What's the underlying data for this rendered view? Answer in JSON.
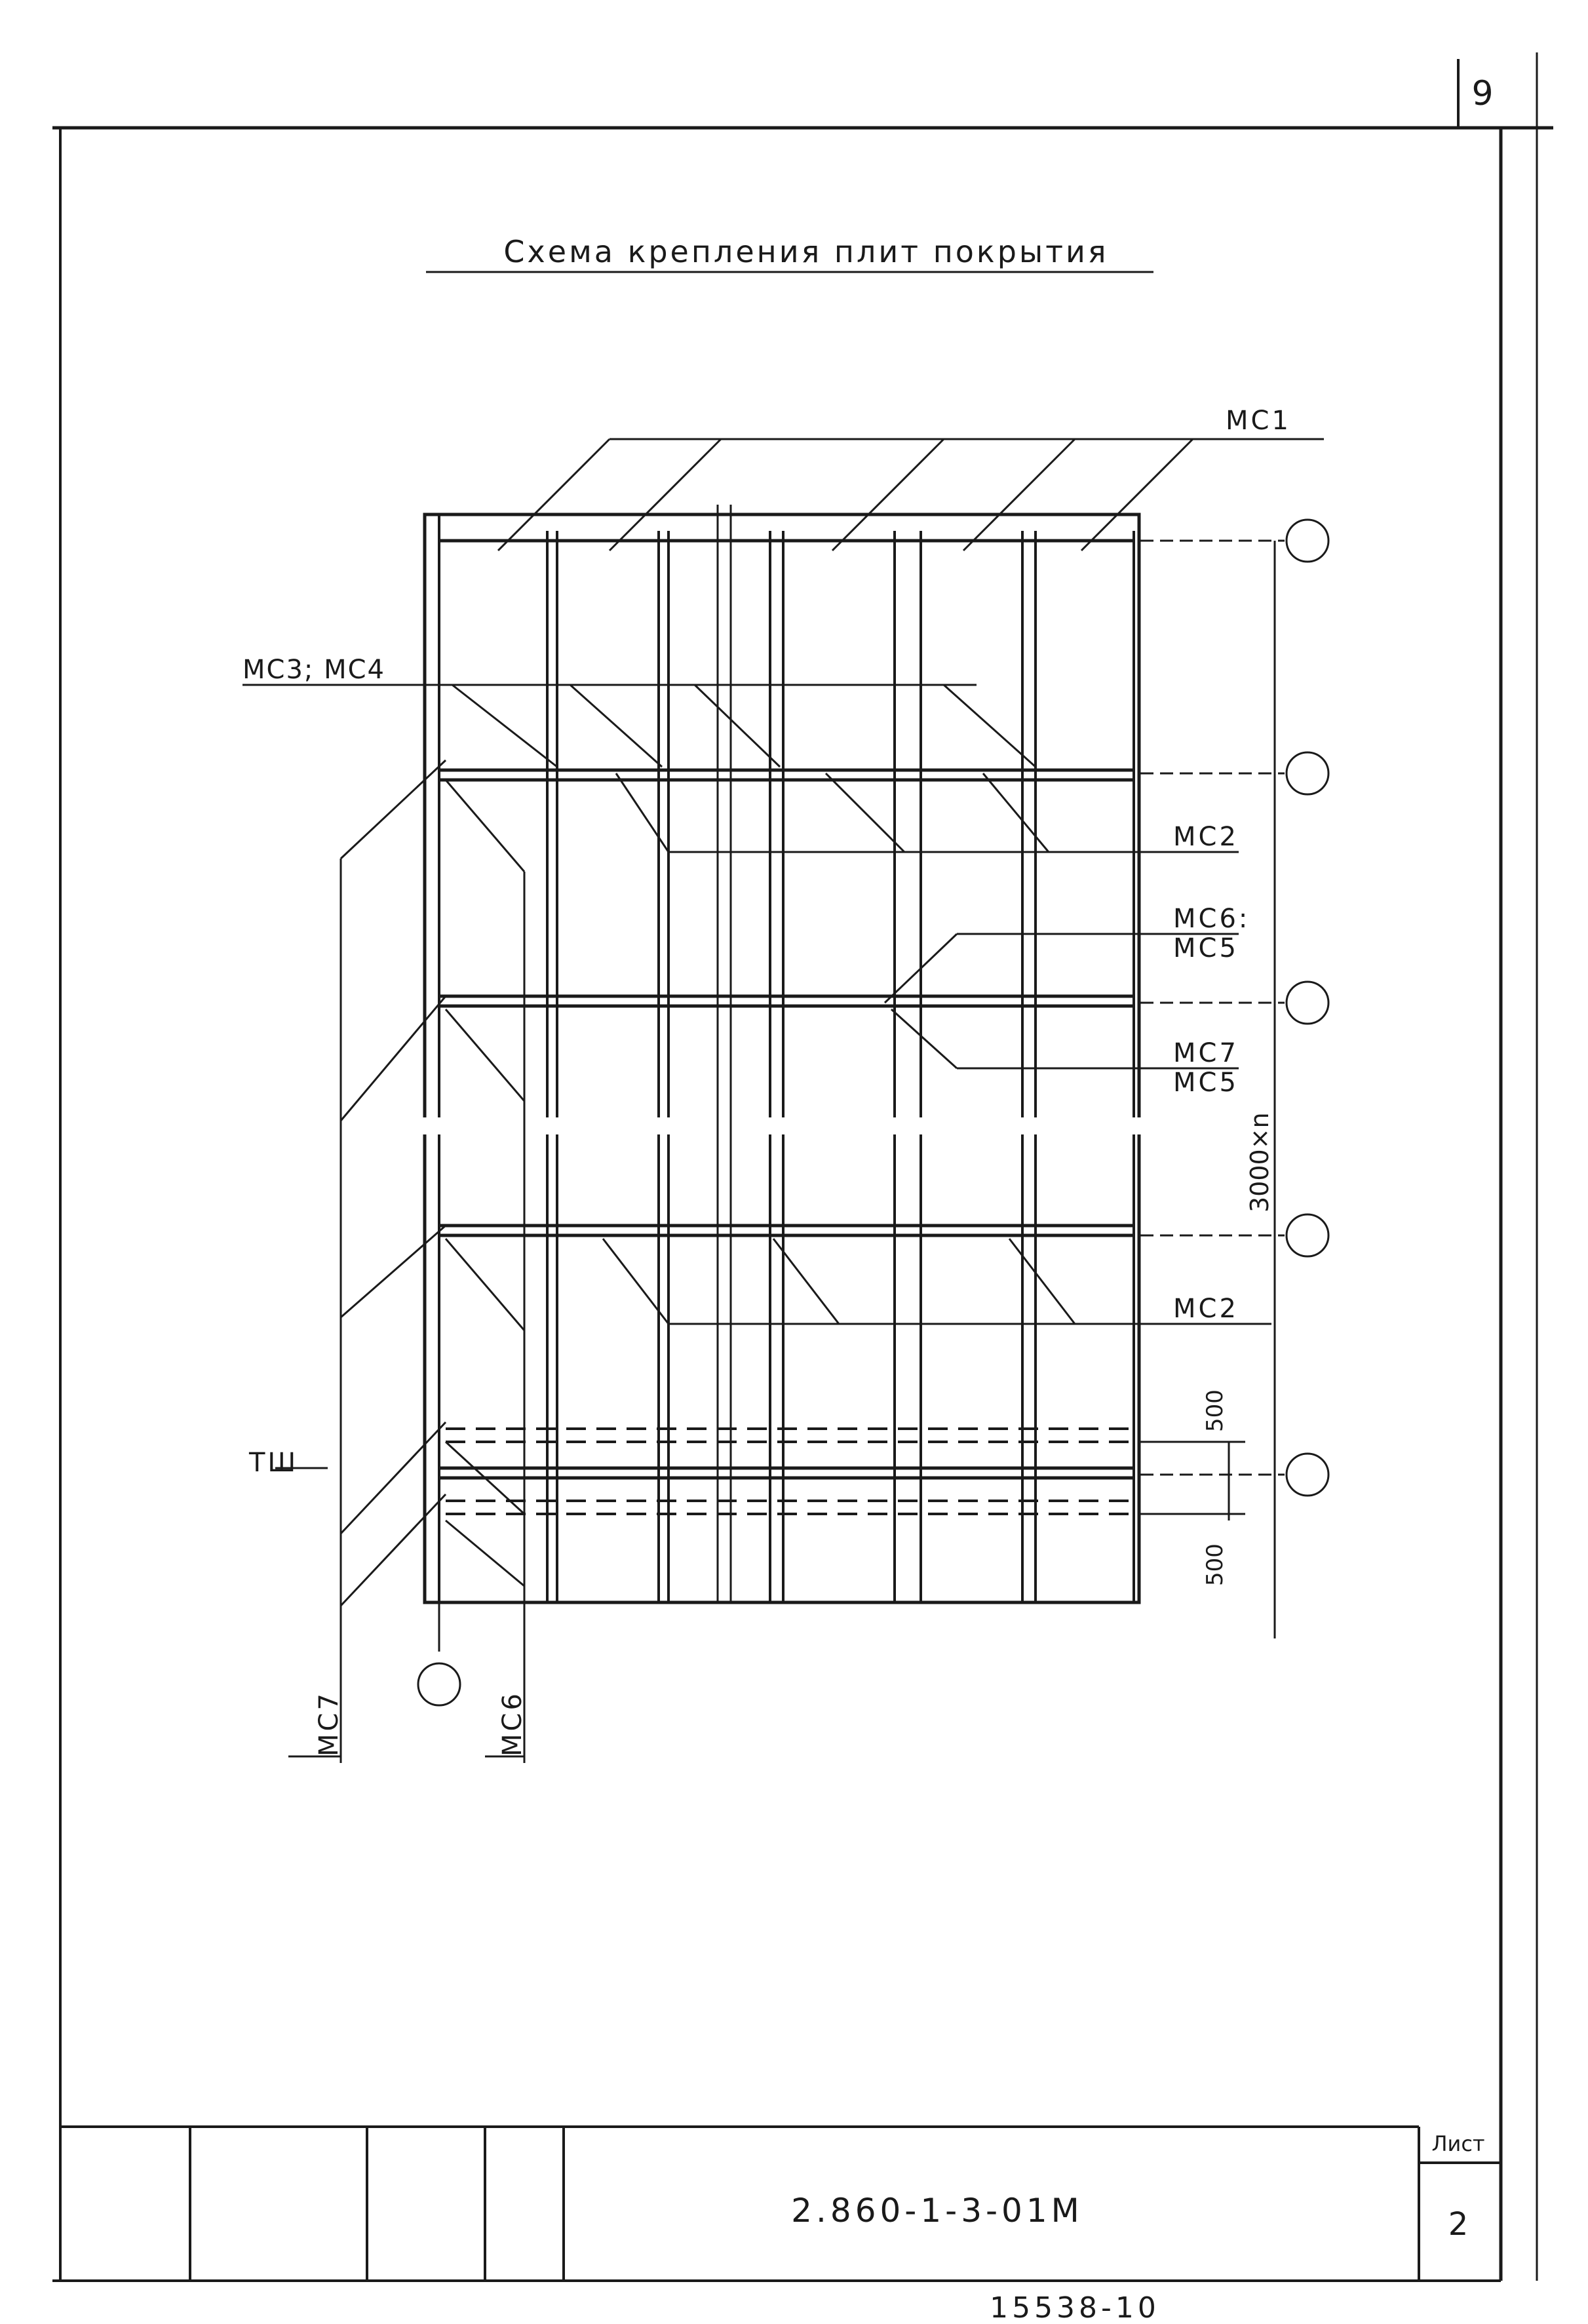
{
  "sheet_corner_number": "9",
  "title": "Схема крепления плит покрытия",
  "labels": {
    "mc1": "МС1",
    "mc3_mc4": "МС3; МС4",
    "mc2_top": "МС2",
    "mc6": "МС6:",
    "mc5_a": "МС5",
    "mc7": "МС7",
    "mc5_b": "МС5",
    "mc2_bottom": "МС2",
    "tsh": "ТШ",
    "mc7_vertical": "МС7",
    "mc6_vertical": "МС6"
  },
  "dimensions": {
    "span": "3000×n",
    "gap_upper": "500",
    "gap_lower": "500"
  },
  "title_block": {
    "code": "2.860-1-3-01М",
    "sheet_label": "Лист",
    "sheet_number": "2"
  },
  "bottom_stamp": "15538-10"
}
